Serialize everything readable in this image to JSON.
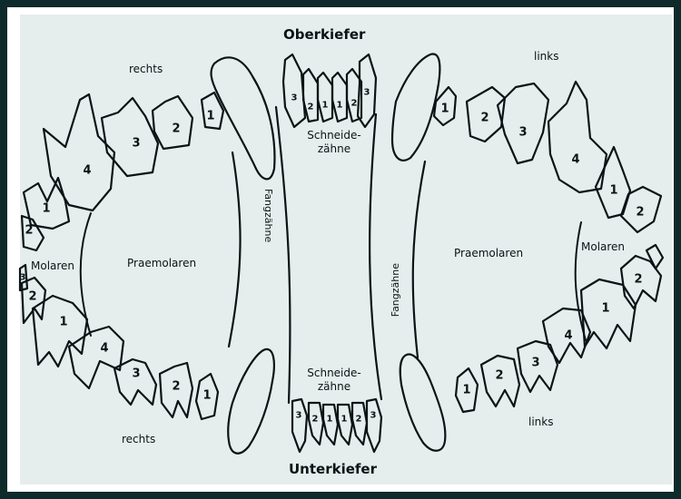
{
  "labels": {
    "top": "Oberkiefer",
    "bottom": "Unterkiefer",
    "right_top": "rechts",
    "right_bottom": "rechts",
    "left_top": "links",
    "left_bottom": "links",
    "molars_right": "Molaren",
    "molars_left": "Molaren",
    "premolars_right": "Praemolaren",
    "premolars_left": "Praemolaren",
    "canines_right": "Fangzähne",
    "canines_left": "Fangzähne",
    "incisors_top_line1": "Schneide-",
    "incisors_top_line2": "zähne",
    "incisors_bottom_line1": "Schneide-",
    "incisors_bottom_line2": "zähne"
  },
  "tooth_numbers": {
    "upper_right_premolars": [
      "1",
      "2",
      "3",
      "4"
    ],
    "upper_right_molars": [
      "1",
      "2"
    ],
    "lower_right_premolars": [
      "1",
      "2",
      "3",
      "4"
    ],
    "lower_right_molars": [
      "1",
      "2",
      "3"
    ],
    "upper_left_premolars": [
      "1",
      "2",
      "3",
      "4"
    ],
    "upper_left_molars": [
      "1",
      "2"
    ],
    "lower_left_premolars": [
      "1",
      "2",
      "3",
      "4"
    ],
    "lower_left_molars": [
      "1",
      "2"
    ],
    "upper_incisors": [
      "3",
      "2",
      "1",
      "1",
      "2",
      "3"
    ],
    "lower_incisors": [
      "3",
      "2",
      "1",
      "1",
      "2",
      "3"
    ]
  }
}
